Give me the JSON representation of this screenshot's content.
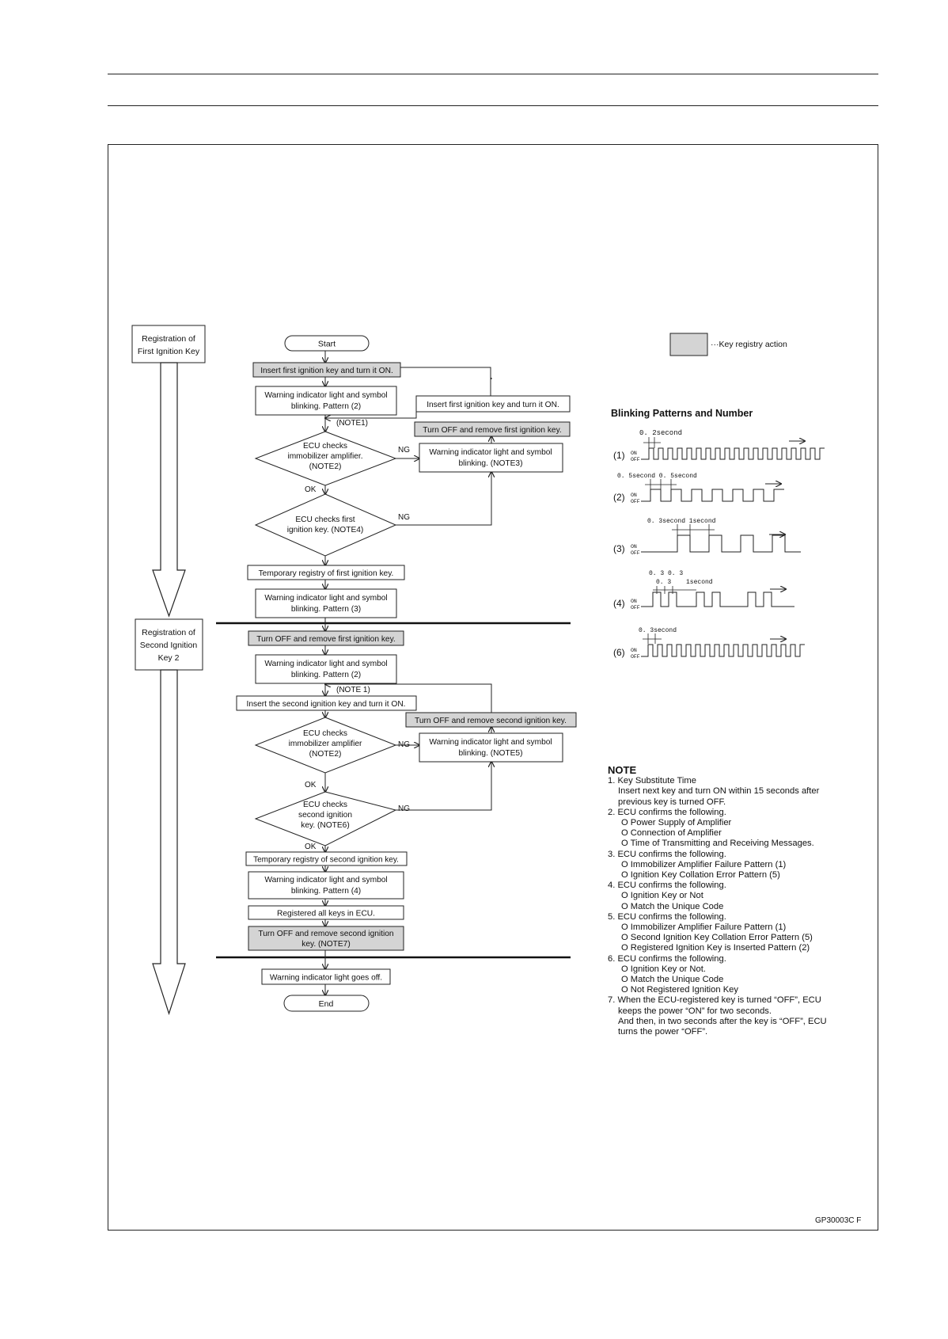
{
  "legend": {
    "label": "···Key registry action"
  },
  "phases": {
    "first": [
      "Registration of",
      "First Ignition Key"
    ],
    "second": [
      "Registration of",
      "Second Ignition",
      "Key 2"
    ]
  },
  "flow": {
    "start": "Start",
    "s1": "Insert first ignition key and turn it ON.",
    "s2": [
      "Warning indicator light and symbol",
      "blinking. Pattern (2)"
    ],
    "note1a": "(NOTE1)",
    "d1": [
      "ECU checks",
      "immobilizer amplifier.",
      "(NOTE2)"
    ],
    "ng": "NG",
    "ok": "OK",
    "r1": "Insert first ignition key and turn it ON.",
    "r2": "Turn OFF and remove first ignition key.",
    "r3": [
      "Warning indicator light and symbol",
      "blinking. (NOTE3)"
    ],
    "d2": [
      "ECU checks first",
      "ignition key. (NOTE4)"
    ],
    "s3": "Temporary registry of first ignition key.",
    "s4": [
      "Warning indicator light and symbol",
      "blinking. Pattern (3)"
    ],
    "s5": "Turn OFF and remove first ignition key.",
    "s6": [
      "Warning indicator light and symbol",
      "blinking. Pattern (2)"
    ],
    "note1b": "(NOTE 1)",
    "s7": "Insert the second ignition key and turn it ON.",
    "r4": "Turn OFF and remove second ignition key.",
    "d3": [
      "ECU checks",
      "immobilizer amplifier",
      "(NOTE2)"
    ],
    "r5": [
      "Warning indicator light and symbol",
      "blinking. (NOTE5)"
    ],
    "d4": [
      "ECU checks",
      "second ignition",
      "key. (NOTE6)"
    ],
    "s8": "Temporary registry of second ignition key.",
    "s9": [
      "Warning indicator light and symbol",
      "blinking. Pattern (4)"
    ],
    "s10": "Registered all keys in ECU.",
    "s11": [
      "Turn OFF and remove second ignition",
      "key. (NOTE7)"
    ],
    "s12": "Warning indicator light goes off.",
    "end": "End"
  },
  "patterns": {
    "title": "Blinking Patterns and Number",
    "on": "ON",
    "off": "OFF",
    "p1": {
      "label": "(1)",
      "timing": "0. 2second"
    },
    "p2": {
      "label": "(2)",
      "timing": "0. 5second  0. 5second"
    },
    "p3": {
      "label": "(3)",
      "timing": "0. 3second  1second"
    },
    "p4": {
      "label": "(4)",
      "timing_a": "0. 3  0. 3",
      "timing_b": "0. 3",
      "timing_c": "1second"
    },
    "p6": {
      "label": "(6)",
      "timing": "0. 3second"
    }
  },
  "notes": {
    "title": "NOTE",
    "lines": [
      {
        "t": "1. Key Substitute Time",
        "lvl": 0
      },
      {
        "t": "Insert next key and turn ON within 15 seconds after",
        "lvl": 1
      },
      {
        "t": "previous key is turned OFF.",
        "lvl": 1
      },
      {
        "t": "2. ECU confirms the following.",
        "lvl": 0
      },
      {
        "t": "O  Power Supply of Amplifier",
        "lvl": 2
      },
      {
        "t": "O  Connection of Amplifier",
        "lvl": 2
      },
      {
        "t": "O  Time of Transmitting and Receiving Messages.",
        "lvl": 2
      },
      {
        "t": "3. ECU confirms the following.",
        "lvl": 0
      },
      {
        "t": "O  Immobilizer Amplifier Failure Pattern (1)",
        "lvl": 2
      },
      {
        "t": "O  Ignition Key Collation Error Pattern (5)",
        "lvl": 2
      },
      {
        "t": "4. ECU confirms the following.",
        "lvl": 0
      },
      {
        "t": "O  Ignition Key or Not",
        "lvl": 2
      },
      {
        "t": "O  Match the Unique Code",
        "lvl": 2
      },
      {
        "t": "5. ECU confirms the following.",
        "lvl": 0
      },
      {
        "t": "O  Immobilizer Amplifier Failure Pattern (1)",
        "lvl": 2
      },
      {
        "t": "O  Second Ignition Key Collation Error Pattern (5)",
        "lvl": 2
      },
      {
        "t": "O  Registered Ignition Key is Inserted Pattern (2)",
        "lvl": 2
      },
      {
        "t": "6. ECU confirms the following.",
        "lvl": 0
      },
      {
        "t": "O  Ignition Key or Not.",
        "lvl": 2
      },
      {
        "t": "O  Match the Unique Code",
        "lvl": 2
      },
      {
        "t": "O  Not Registered Ignition Key",
        "lvl": 2
      },
      {
        "t": "7. When the ECU-registered key is turned “OFF”, ECU",
        "lvl": 0
      },
      {
        "t": "keeps the power “ON” for two seconds.",
        "lvl": 1
      },
      {
        "t": "And then, in two seconds after the key is “OFF”, ECU",
        "lvl": 1
      },
      {
        "t": "turns the power “OFF”.",
        "lvl": 1
      }
    ]
  },
  "code": "GP30003C  F"
}
